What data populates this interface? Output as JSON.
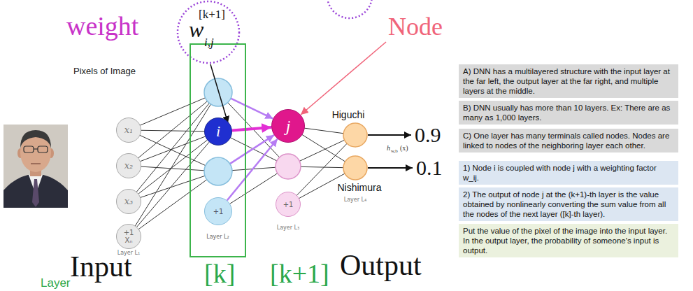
{
  "diagram": {
    "nodes": [
      {
        "text": [
          "x₁"
        ]
      },
      {
        "text": [
          "x₂"
        ]
      },
      {
        "text": [
          "x₃"
        ]
      },
      {
        "text": [
          "+1",
          "Xₙ"
        ]
      },
      {
        "text": [
          "Layer L₂"
        ]
      },
      {
        "text": [
          "i"
        ],
        "in": 4
      },
      {
        "text": [
          "+1"
        ],
        "in": 4
      },
      {
        "text": [
          "j"
        ]
      },
      {
        "text": [
          "+1"
        ]
      },
      {
        "text": [
          "A) DNN has a multilayered structure with the input layer at the far left, the output layer at the far right, and multiple layers at the middle."
        ]
      },
      {
        "text": [
          "B) DNN usually has more than 10 layers. Ex: There are as many as 1,000 layers."
        ]
      },
      {
        "text": [
          "C) One layer has many terminals called nodes. Nodes are linked to nodes of the neighboring layer each other."
        ]
      },
      {
        "text": [
          "1) Node i is coupled with node j with a weighting factor w_ij."
        ]
      },
      {
        "text": [
          "2) The output of node j at the (k+1)-th layer is the value obtained by nonlinearly converting the sum value from all the nodes of the next layer ([k]-th layer)."
        ]
      },
      {
        "text": [
          "Put the value of the pixel of the image into the input layer. In the output layer, the probability of someone's input is output."
        ]
      }
    ],
    "edges": [
      {
        "from": 0,
        "to": 5,
        "arrow": "none"
      },
      {
        "from": 1,
        "to": 5,
        "arrow": "none"
      },
      {
        "from": 2,
        "to": 5,
        "arrow": "none"
      },
      {
        "from": 3,
        "to": 5,
        "arrow": "none"
      },
      {
        "from": 5,
        "to": 7,
        "arrow": "to"
      },
      {
        "from": 6,
        "to": 7,
        "arrow": "to"
      }
    ],
    "labels": [
      "Pixels of Image",
      "weight",
      "w",
      "[k+1]",
      "i,j",
      "Node",
      "Higuchi",
      "Nishimura",
      "h",
      "w,b",
      "(x)",
      "0.9",
      "0.1",
      "Layer L₁",
      "Layer L₃",
      "Layer L₄",
      "Input",
      "Output",
      "Layer",
      "[k]",
      "[k+1]"
    ]
  }
}
